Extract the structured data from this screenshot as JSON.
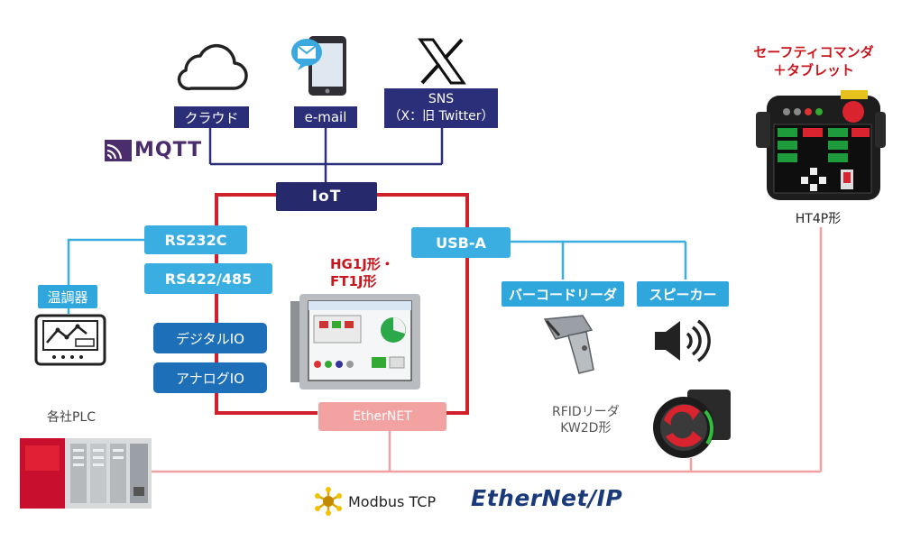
{
  "top_services": {
    "cloud": "クラウド",
    "email": "e-mail",
    "sns_line1": "SNS",
    "sns_line2": "（X：旧 Twitter）"
  },
  "mqtt_logo": "MQTT",
  "iot": "IoT",
  "serial": {
    "rs232c": "RS232C",
    "rs422": "RS422/485"
  },
  "temp_controller": "温調器",
  "plc_label": "各社PLC",
  "io": {
    "digital": "デジタルIO",
    "analog": "アナログIO"
  },
  "hmi_label": {
    "line1": "HG1J形・",
    "line2": "FT1J形"
  },
  "usb": "USB-A",
  "barcode_reader": "バーコードリーダ",
  "speaker": "スピーカー",
  "rfid": {
    "line1": "RFIDリーダ",
    "line2": "KW2D形"
  },
  "ethernet": "EtherNET",
  "safety_commander": {
    "line1": "セーフティコマンダ",
    "line2": "＋タブレット",
    "model": "HT4P形"
  },
  "protocols": {
    "modbus": "Modbus TCP",
    "ethernet_ip": "EtherNet/IP"
  },
  "colors": {
    "navy": "#2b2f7a",
    "cyan": "#3aaee0",
    "blue": "#1d6fb8",
    "red": "#d0202a",
    "pink": "#f3a2a2",
    "red_text": "#c8161e"
  }
}
